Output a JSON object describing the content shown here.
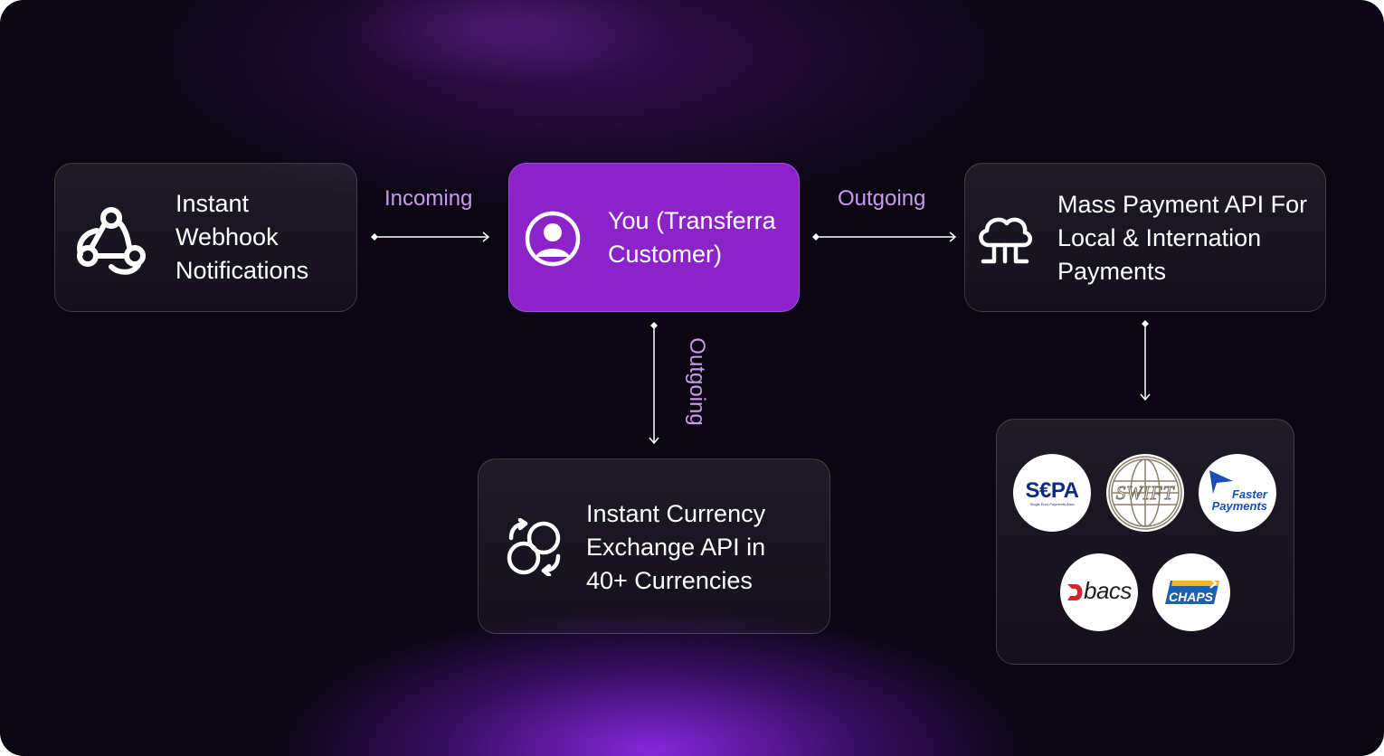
{
  "nodes": {
    "webhook": {
      "label": "Instant\nWebhook\nNotifications",
      "icon": "webhook-icon"
    },
    "center": {
      "label": "You (Transferra\nCustomer)",
      "icon": "user-circle-icon"
    },
    "mass_payment": {
      "label": "Mass Payment API For\nLocal & Internation\nPayments",
      "icon": "cloud-network-icon"
    },
    "currency": {
      "label": "Instant Currency\nExchange API in\n40+ Currencies",
      "icon": "currency-exchange-icon"
    }
  },
  "edges": {
    "incoming": "Incoming",
    "outgoing_right": "Outgoing",
    "outgoing_down": "Outgoing"
  },
  "payment_networks": {
    "sepa": "S€PA",
    "sepa_sub": "Single Euro Payments Area",
    "swift": "SWIFT",
    "faster_top": "Faster",
    "faster_bottom": "Payments",
    "bacs": "bacs",
    "chaps": "CHAPS"
  },
  "colors": {
    "center_fill": "#8b23c9",
    "label": "#c99bf0",
    "background": "#0a0612"
  }
}
